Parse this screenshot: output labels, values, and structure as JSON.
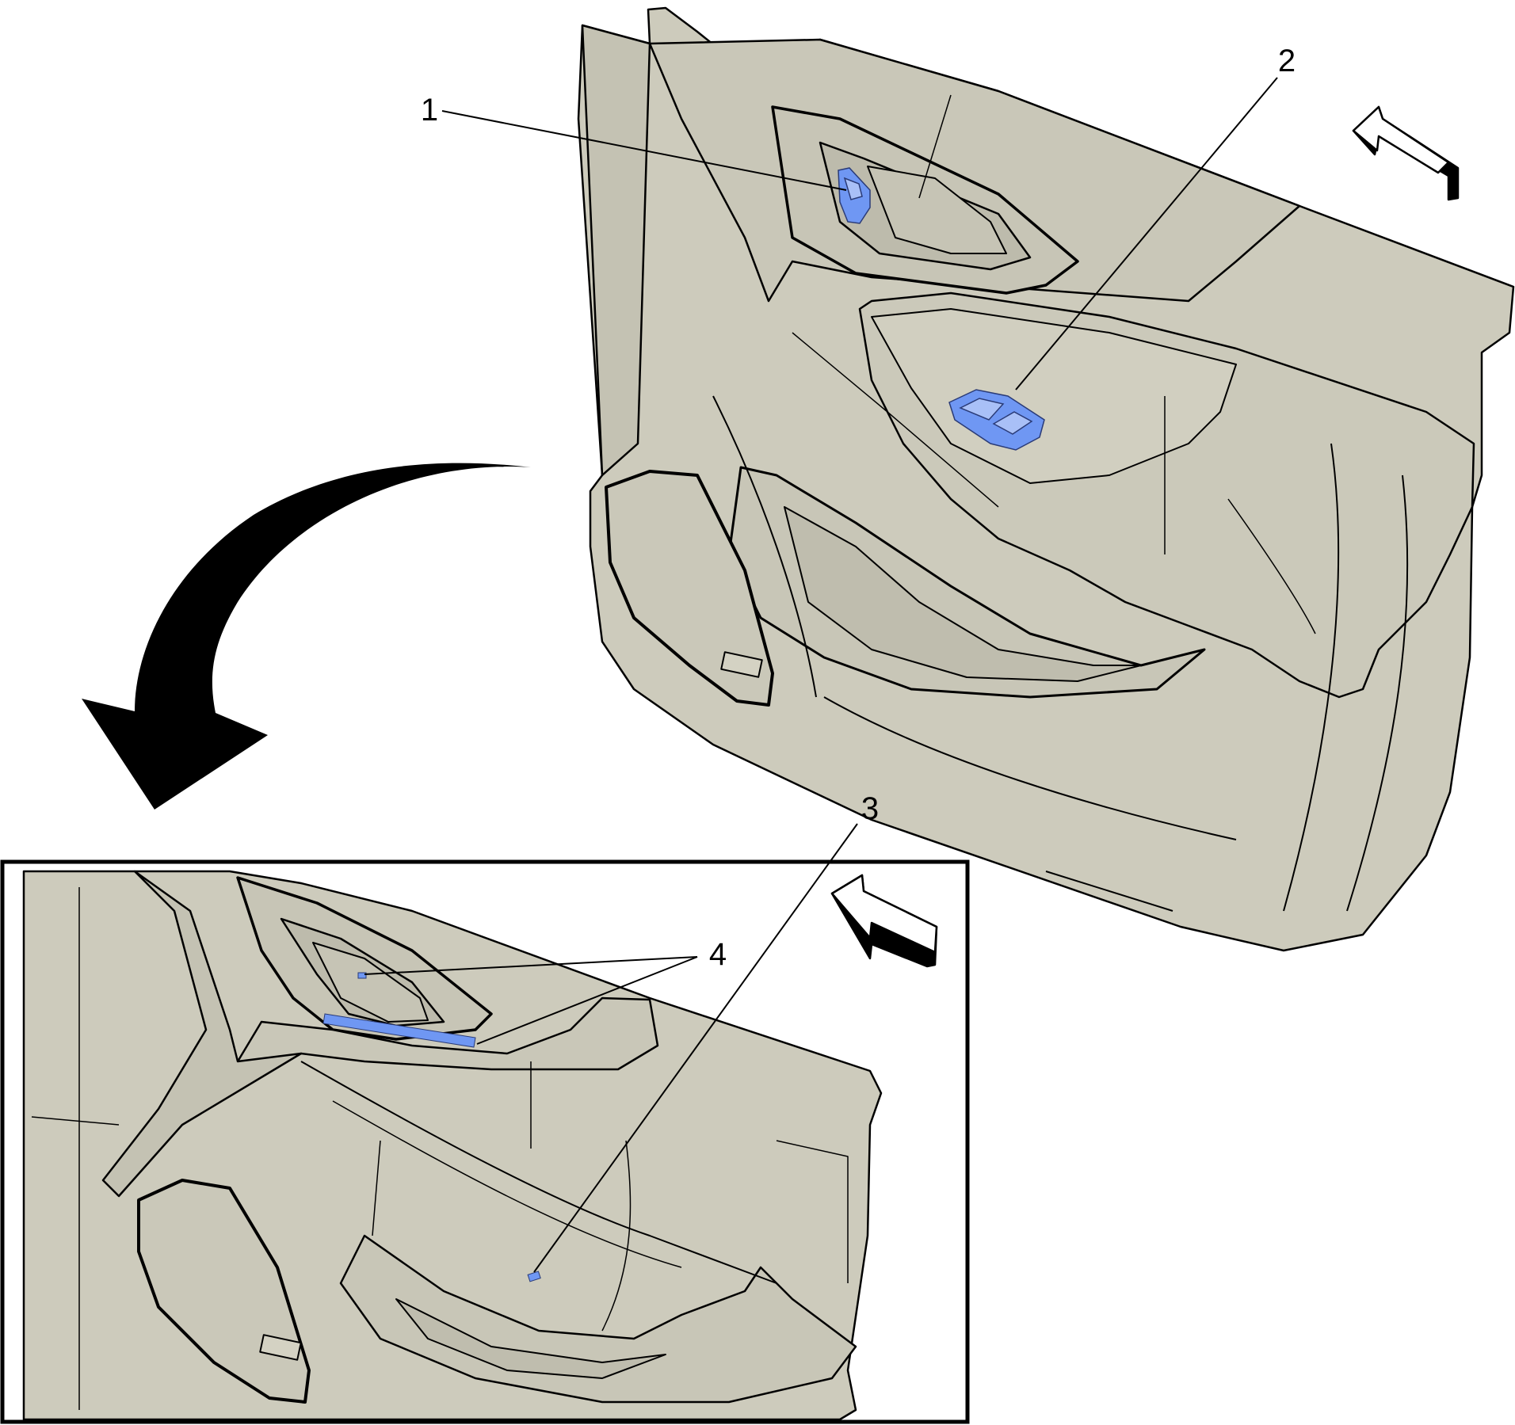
{
  "callouts": [
    {
      "id": "1",
      "label": "1"
    },
    {
      "id": "2",
      "label": "2"
    },
    {
      "id": "3",
      "label": "3"
    },
    {
      "id": "4",
      "label": "4"
    }
  ],
  "colors": {
    "panel_fill": "#cdcbbc",
    "outline": "#000000",
    "highlight": "#6f97f3",
    "background": "#ffffff"
  },
  "icons": {
    "top_direction_arrow": "front-direction-arrow-icon",
    "inset_direction_arrow": "front-direction-arrow-icon",
    "rotation_arrow": "curved-rotation-arrow-icon"
  }
}
